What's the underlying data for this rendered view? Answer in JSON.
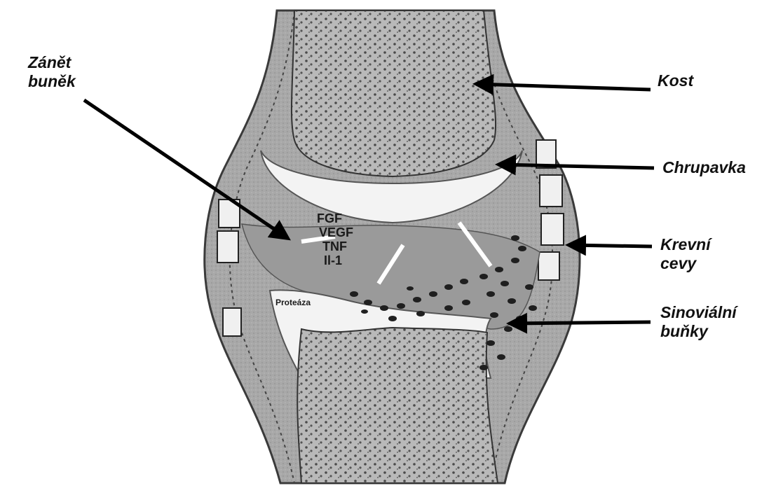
{
  "labels": {
    "inflammation_line1": "Zánět",
    "inflammation_line2": "buněk",
    "bone": "Kost",
    "cartilage": "Chrupavka",
    "vessels_line1": "Krevní",
    "vessels_line2": "cevy",
    "synovial_line1": "Sinoviální",
    "synovial_line2": "buňky"
  },
  "factors": [
    "FGF",
    "VEGF",
    "TNF",
    "Il-1"
  ],
  "protease_label": "Proteáza",
  "colors": {
    "background": "#ffffff",
    "bone": "#b9b9b9",
    "cartilage": "#f2f2f2",
    "synovium": "#9a9a9a",
    "outline": "#2a2a2a",
    "cells": "#1f1f1f",
    "arrows": "#000000"
  }
}
